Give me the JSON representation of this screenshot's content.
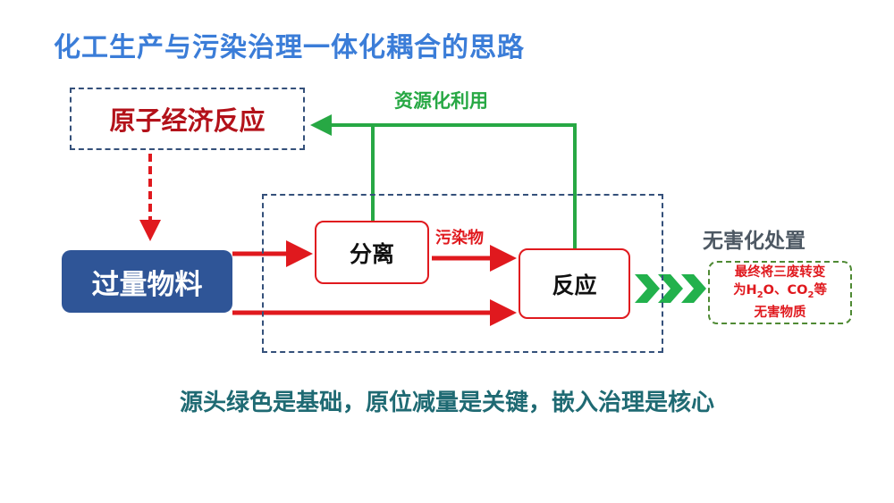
{
  "title": "化工生产与污染治理一体化耦合的思路",
  "atom_economy": "原子经济反应",
  "excess_material": "过量物料",
  "separation": "分离",
  "reaction": "反应",
  "pollutant": "污染物",
  "resource_reuse": "资源化利用",
  "harmless_title": "无害化处置",
  "harmless_box": {
    "line1": "最终将三废转变",
    "line2_prefix": "为H",
    "sub2a": "2",
    "line2_mid": "O、CO",
    "sub2b": "2",
    "line2_suffix": "等",
    "line3": "无害物质"
  },
  "bottom_text": "源头绿色是基础，原位减量是关键，嵌入治理是核心",
  "colors": {
    "blue_title": "#3b7dd8",
    "dark_red": "#b3121a",
    "red": "#e0191e",
    "green": "#27a844",
    "navy": "#2f5597",
    "teal": "#1f6a73"
  }
}
